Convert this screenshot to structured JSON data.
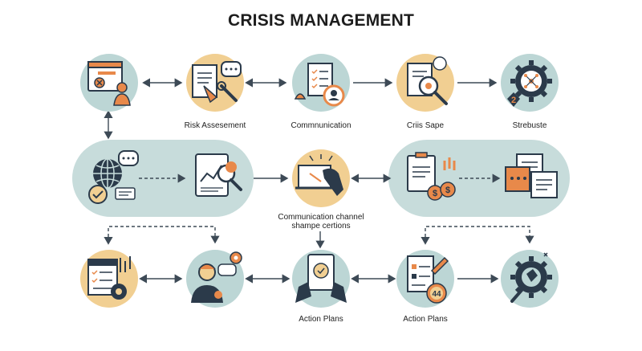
{
  "diagram": {
    "title": "CRISIS MANAGEMENT",
    "labels": {
      "risk_assessment": "Risk Assesement",
      "communication": "Commnunication",
      "crisis_scope": "Criis Sape",
      "strebuste": "Strebuste",
      "comm_channel_line1": "Communication channel",
      "comm_channel_line2": "shampe certions",
      "action_plans_1": "Action Plans",
      "action_plans_2": "Action Plans"
    },
    "badge_number": "44",
    "tag_number": "2",
    "colors": {
      "teal": "#bcd6d5",
      "pill": "#c7dcdb",
      "tan": "#f1cf92",
      "orange": "#e8894a",
      "navy": "#2b3a4a"
    },
    "icons": [
      "monitor-alert-person-icon",
      "clipboard-chat-wrench-icon",
      "checklist-search-person-icon",
      "document-magnifier-icon",
      "gear-network-icon",
      "globe-chat-shield-icon",
      "tablet-chart-magnifier-icon",
      "laptop-hand-icon",
      "clipboard-coins-icon",
      "documents-stack-icon",
      "calendar-gear-icon",
      "person-chat-gear-icon",
      "tablet-hands-icon",
      "checklist-pencil-badge-icon",
      "gear-pencil-icon"
    ]
  }
}
